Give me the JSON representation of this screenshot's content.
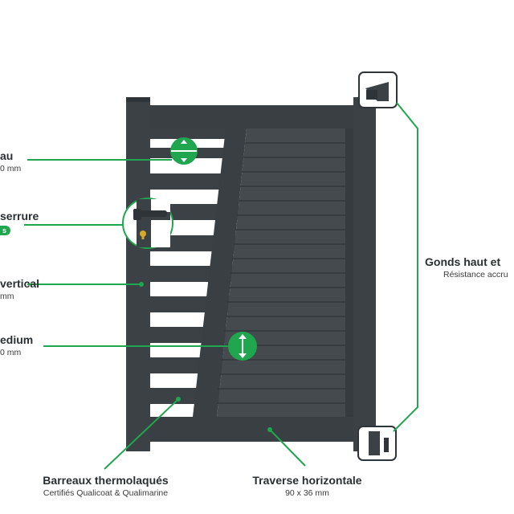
{
  "colors": {
    "frame": "#3c4145",
    "frame_dark": "#2f3438",
    "accent": "#1fa64f",
    "text": "#2b2f33"
  },
  "callouts": {
    "top_bar": {
      "title": "au",
      "detail": "0 mm"
    },
    "lock": {
      "title": "serrure",
      "badge": "s"
    },
    "vertical": {
      "title": "vertical",
      "detail": "mm"
    },
    "medium": {
      "title": "edium",
      "detail": "0 mm"
    },
    "slats": {
      "title": "Barreaux thermolaqués",
      "detail": "Certifiés Qualicoat & Qualimarine"
    },
    "crossbar": {
      "title": "Traverse horizontale",
      "detail": "90 x 36 mm"
    },
    "hinges": {
      "title": "Gonds haut et",
      "detail": "Résistance accru"
    }
  },
  "icons": [
    "up-down-arrows-icon",
    "door-handle-icon",
    "keyhole-icon",
    "hinge-icon"
  ]
}
